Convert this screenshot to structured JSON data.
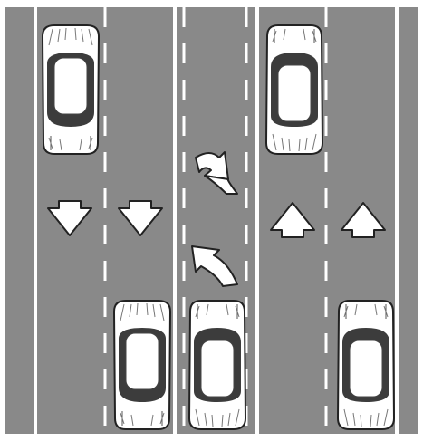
{
  "diagram": {
    "road_color": "#898989",
    "marking_color": "#ffffff",
    "car_body_color": "#ffffff",
    "car_window_color": "#3c3c3c",
    "outline_color": "#222222",
    "lanes": [
      {
        "id": "left-outer",
        "direction": "down"
      },
      {
        "id": "left-inner",
        "direction": "down"
      },
      {
        "id": "center-two-way-left-turn",
        "direction": "both"
      },
      {
        "id": "right-inner",
        "direction": "up"
      },
      {
        "id": "right-outer",
        "direction": "up"
      }
    ],
    "arrows": [
      {
        "name": "arrow-down-left-outer",
        "icon": "arrow-down-icon"
      },
      {
        "name": "arrow-down-left-inner",
        "icon": "arrow-down-icon"
      },
      {
        "name": "turn-arrow-center-top",
        "icon": "curved-turn-arrow-icon"
      },
      {
        "name": "turn-arrow-center-bottom",
        "icon": "curved-turn-arrow-icon"
      },
      {
        "name": "arrow-up-right-inner",
        "icon": "arrow-up-icon"
      },
      {
        "name": "arrow-up-right-outer",
        "icon": "arrow-up-icon"
      }
    ],
    "cars": [
      {
        "name": "car-left-outer-top",
        "icon": "car-icon",
        "facing": "down"
      },
      {
        "name": "car-right-inner-top",
        "icon": "car-icon",
        "facing": "up"
      },
      {
        "name": "car-left-inner-bottom",
        "icon": "car-icon",
        "facing": "down"
      },
      {
        "name": "car-center-bottom",
        "icon": "car-icon",
        "facing": "up"
      },
      {
        "name": "car-right-outer-bottom",
        "icon": "car-icon",
        "facing": "up"
      }
    ]
  }
}
